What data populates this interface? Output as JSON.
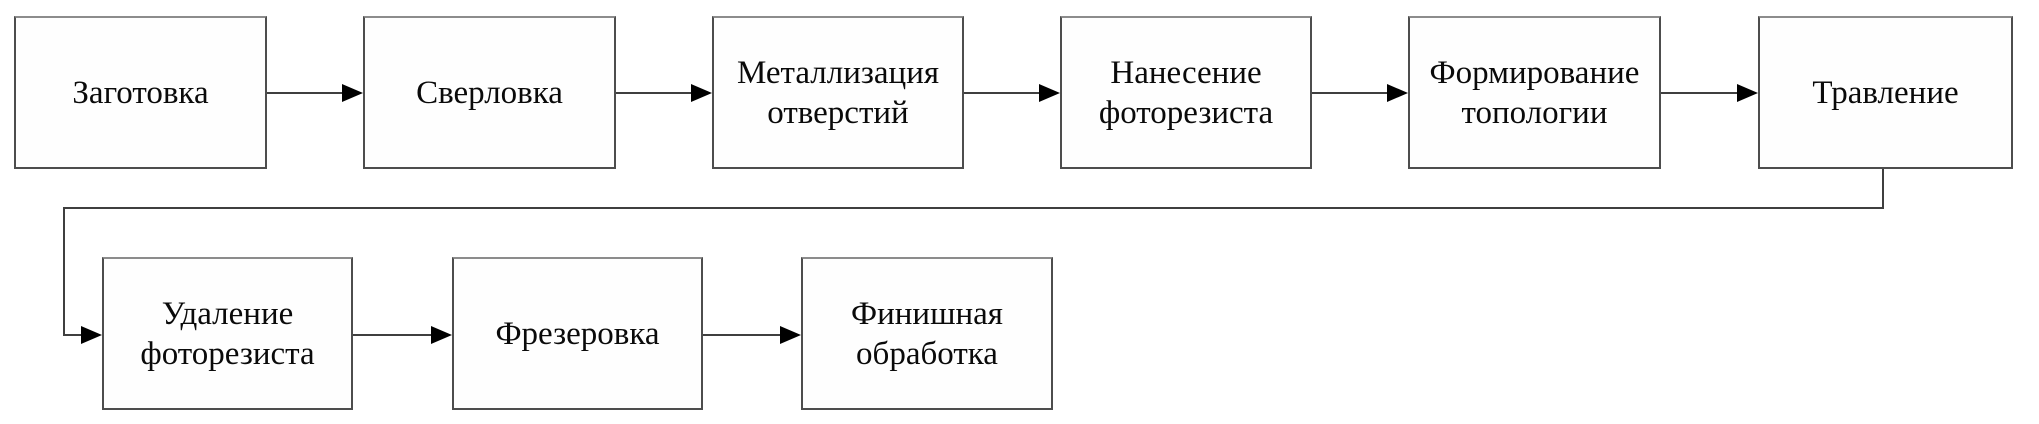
{
  "diagram": {
    "description": "Flowchart of a manufacturing process (PCB fabrication), Russian labels, two rows of boxes connected by arrows",
    "nodes": [
      {
        "id": "zagotovka",
        "label": "Заготовка"
      },
      {
        "id": "sverlovka",
        "label": "Сверловка"
      },
      {
        "id": "metallizatsiya",
        "label": "Металлизация отверстий"
      },
      {
        "id": "nanesenie",
        "label": "Нанесение фоторезиста"
      },
      {
        "id": "formirovanie",
        "label": "Формирование топологии"
      },
      {
        "id": "travlenie",
        "label": "Травление"
      },
      {
        "id": "udalenie",
        "label": "Удаление фоторезиста"
      },
      {
        "id": "frezerovka",
        "label": "Фрезеровка"
      },
      {
        "id": "finishnaya",
        "label": "Финишная обработка"
      }
    ],
    "edges": [
      {
        "from": "zagotovka",
        "to": "sverlovka"
      },
      {
        "from": "sverlovka",
        "to": "metallizatsiya"
      },
      {
        "from": "metallizatsiya",
        "to": "nanesenie"
      },
      {
        "from": "nanesenie",
        "to": "formirovanie"
      },
      {
        "from": "formirovanie",
        "to": "travlenie"
      },
      {
        "from": "travlenie",
        "to": "udalenie",
        "routing": "elbow-down-left-down"
      },
      {
        "from": "udalenie",
        "to": "frezerovka"
      },
      {
        "from": "frezerovka",
        "to": "finishnaya"
      }
    ],
    "colors": {
      "background": "#ffffff",
      "box_fill": "#fefefe",
      "box_border": "#4d4d4d",
      "line": "#3f3f3f",
      "arrowhead": "#000000",
      "text": "#0a0a0a"
    }
  }
}
